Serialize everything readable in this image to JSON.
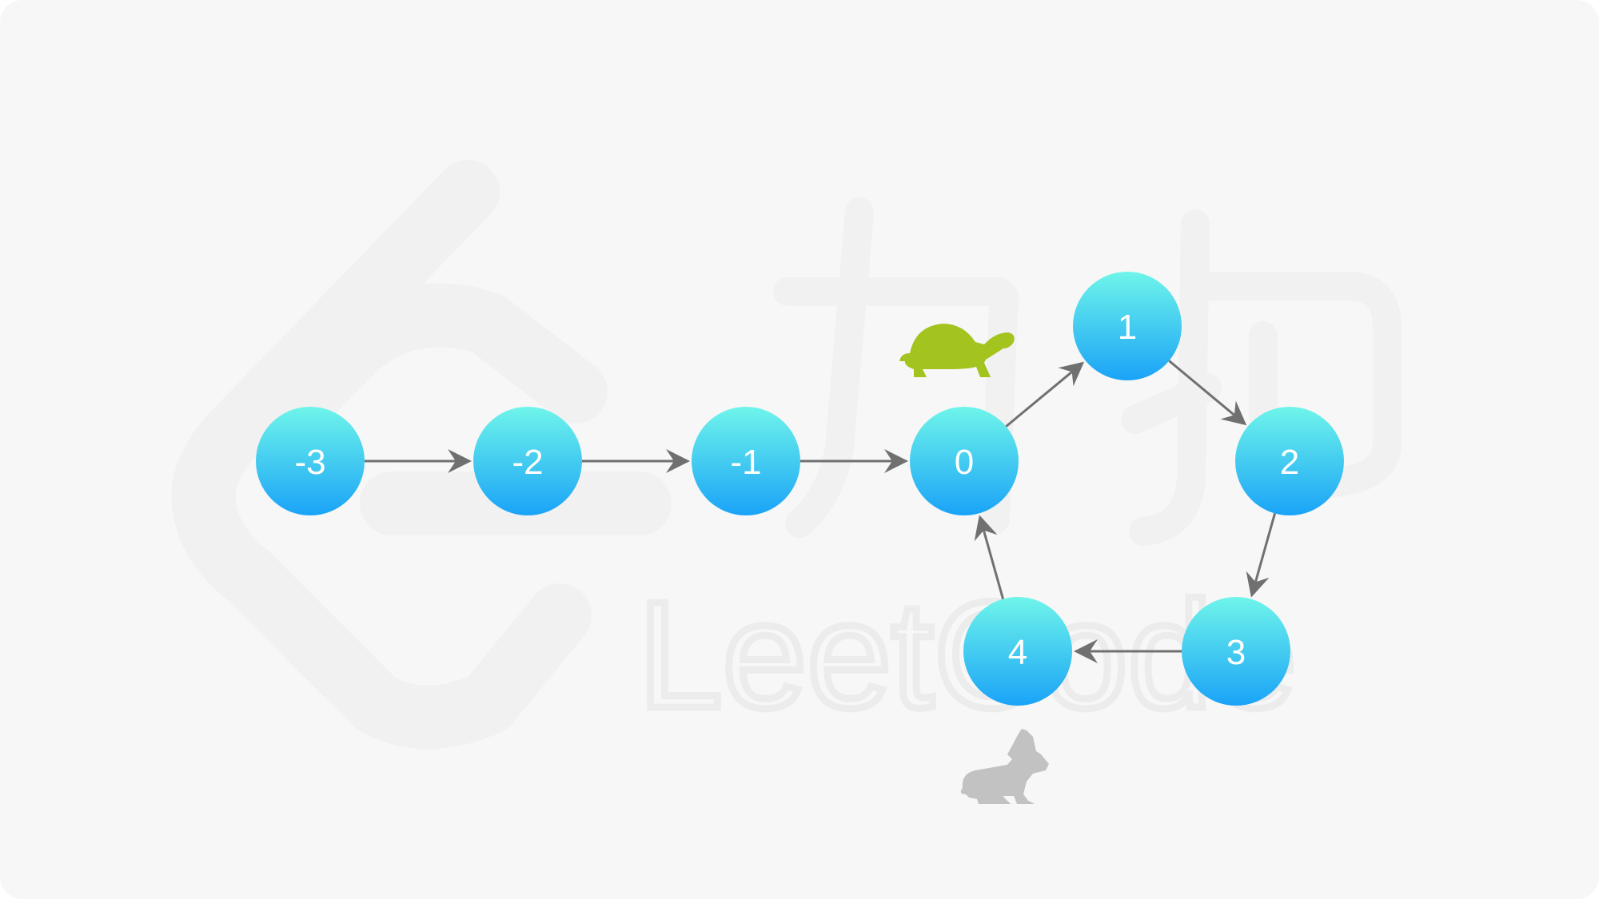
{
  "watermark": {
    "text": "LeetCode"
  },
  "diagram": {
    "nodes": [
      {
        "id": "n-3",
        "label": "-3"
      },
      {
        "id": "n-2",
        "label": "-2"
      },
      {
        "id": "n-1",
        "label": "-1"
      },
      {
        "id": "n0",
        "label": "0"
      },
      {
        "id": "n1",
        "label": "1"
      },
      {
        "id": "n2",
        "label": "2"
      },
      {
        "id": "n3",
        "label": "3"
      },
      {
        "id": "n4",
        "label": "4"
      }
    ],
    "edges": [
      {
        "from": "n-3",
        "to": "n-2"
      },
      {
        "from": "n-2",
        "to": "n-1"
      },
      {
        "from": "n-1",
        "to": "n0"
      },
      {
        "from": "n0",
        "to": "n1"
      },
      {
        "from": "n1",
        "to": "n2"
      },
      {
        "from": "n2",
        "to": "n3"
      },
      {
        "from": "n3",
        "to": "n4"
      },
      {
        "from": "n4",
        "to": "n0"
      }
    ],
    "markers": [
      {
        "name": "tortoise-icon",
        "at": "n0"
      },
      {
        "name": "hare-icon",
        "at": "n4"
      }
    ],
    "colors": {
      "node_top": "#6ff5ea",
      "node_bottom": "#1aa3f7",
      "edge": "#707070",
      "tortoise": "#a3c31e",
      "hare": "#c2c2c2",
      "watermark": "#efefef"
    }
  }
}
